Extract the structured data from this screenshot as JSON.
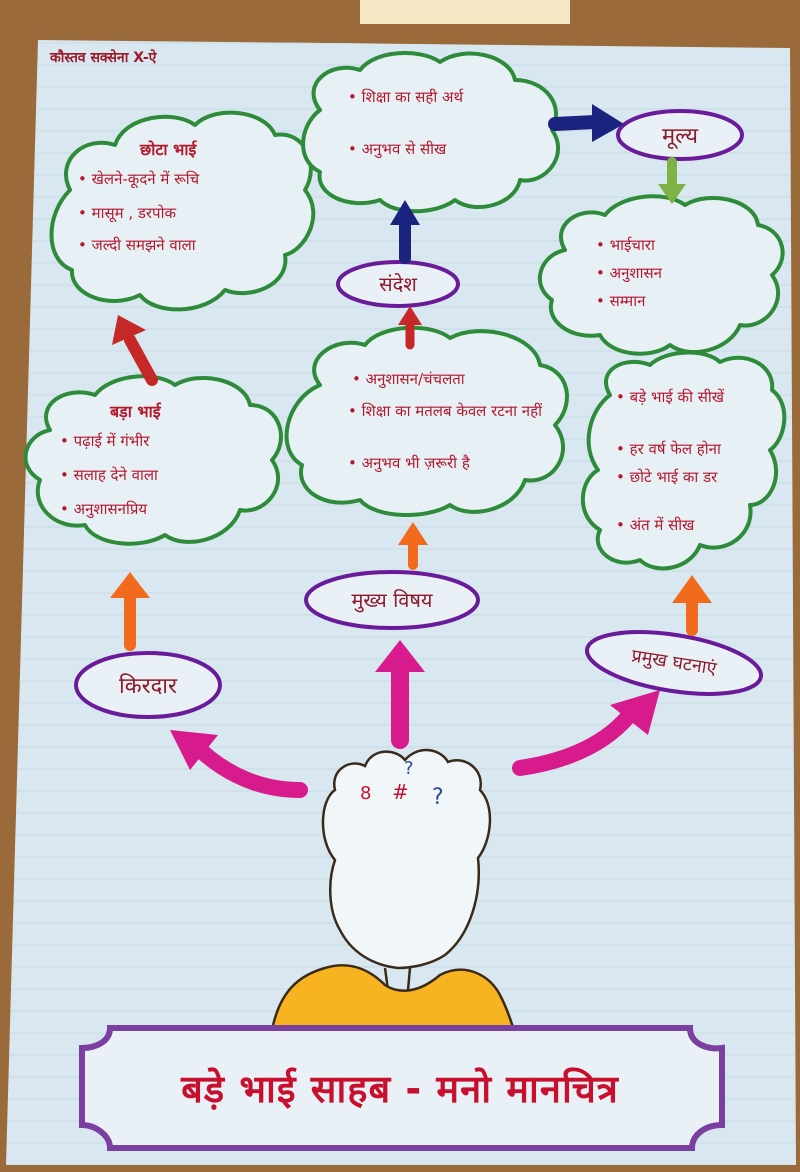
{
  "author": "कौस्तव सक्सेना X-ऐ",
  "title": "बड़े भाई साहब - मनो मानचित्र",
  "labels": {
    "kirdar": "किरदार",
    "mukhya_vishay": "मुख्य विषय",
    "pramukh_ghatnayein": "प्रमुख घटनाएं",
    "sandesh": "संदेश",
    "mulya": "मूल्य"
  },
  "chhota_bhai": {
    "heading": "छोटा भाई",
    "items": [
      "खेलने-कूदने में रूचि",
      "मासूम , डरपोक",
      "जल्दी समझने वाला"
    ]
  },
  "bada_bhai": {
    "heading": "बड़ा भाई",
    "items": [
      "पढ़ाई में गंभीर",
      "सलाह देने वाला",
      "अनुशासनप्रिय"
    ]
  },
  "mukhya_vishay_items": [
    "अनुशासन/चंचलता",
    "शिक्षा का मतलब केवल रटना नहीं",
    "अनुभव भी ज़रूरी है"
  ],
  "sandesh_items": [
    "शिक्षा का सही अर्थ",
    "अनुभव से सीख"
  ],
  "mulya_items": [
    "भाईचारा",
    "अनुशासन",
    "सम्मान"
  ],
  "ghatnayein_items": [
    "बड़े भाई की सीखें",
    "हर वर्ष फेल होना",
    "छोटे भाई का डर",
    "अंत में सीख"
  ],
  "head_doodles": [
    "?",
    "#",
    "8",
    "?"
  ],
  "colors": {
    "cloud_outline": "#2e8b3a",
    "pill_outline": "#6a1b9a",
    "text_red": "#b4182c",
    "arrow_orange": "#f26b1d",
    "arrow_red": "#c62828",
    "arrow_magenta": "#d81b8c",
    "arrow_blue": "#1a237e",
    "arrow_green": "#7cb342",
    "shirt_yellow": "#f7b320",
    "frame_purple": "#7b3fa0",
    "paper": "#d9e8f0"
  }
}
